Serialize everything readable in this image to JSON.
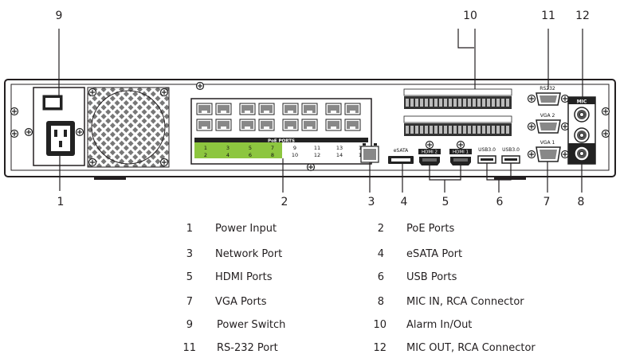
{
  "callouts": [
    "1",
    "2",
    "3",
    "4",
    "5",
    "6",
    "7",
    "8",
    "9",
    "10",
    "11",
    "12"
  ],
  "panel_labels": {
    "poe_header": "PoE PORTS",
    "poe_top_green": [
      "1",
      "3",
      "5",
      "7"
    ],
    "poe_bottom_green": [
      "2",
      "4",
      "6",
      "8"
    ],
    "poe_top_white": [
      "9",
      "11",
      "13",
      "15"
    ],
    "poe_bottom_white": [
      "10",
      "12",
      "14",
      "16"
    ],
    "esata": "eSATA",
    "hdmi1": "HDMI 2",
    "hdmi2": "HDMI 1",
    "usb1": "USB3.0",
    "usb2": "USB3.0",
    "rs232": "RS232",
    "vga2": "VGA 2",
    "vga1": "VGA 1",
    "mic": "MIC"
  },
  "legend": [
    {
      "num": "1",
      "label": "Power Input"
    },
    {
      "num": "2",
      "label": "PoE Ports"
    },
    {
      "num": "3",
      "label": "Network Port"
    },
    {
      "num": "4",
      "label": "eSATA Port"
    },
    {
      "num": "5",
      "label": "HDMI Ports"
    },
    {
      "num": "6",
      "label": "USB Ports"
    },
    {
      "num": "7",
      "label": "VGA Ports"
    },
    {
      "num": "8",
      "label": "MIC IN, RCA Connector"
    },
    {
      "num": "9",
      "label": "Power Switch"
    },
    {
      "num": "10",
      "label": "Alarm In/Out"
    },
    {
      "num": "11",
      "label": "RS-232 Port"
    },
    {
      "num": "12",
      "label": "MIC OUT, RCA Connector"
    }
  ],
  "colors": {
    "poe_green": "#8dc63f",
    "line": "#231f20"
  }
}
